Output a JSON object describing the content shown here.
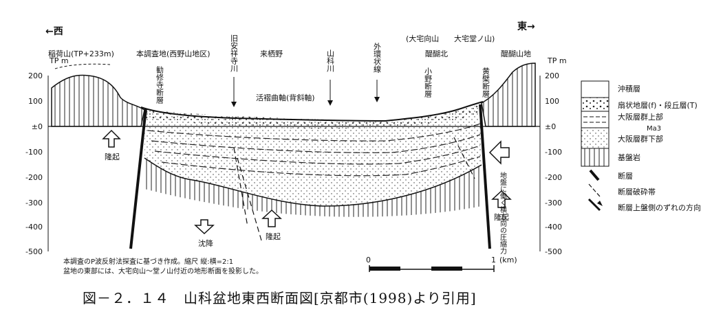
{
  "directions": {
    "west": "←西",
    "east": "東→"
  },
  "axis": {
    "unit": "TP m",
    "ticks": [
      "200",
      "100",
      "±0",
      "-100",
      "-200",
      "-300",
      "-400",
      "-500"
    ]
  },
  "top_labels": {
    "inari": "稲荷山(TP+233m)",
    "honchosa": "本調査地(西野山地区)",
    "kyuanshoji": "旧安祥寺川",
    "kurusuno": "来栖野",
    "yamashina": "山科川",
    "gaikan": "外環状線",
    "otakumukai": "(大宅向山",
    "otakudo": "大宅堂ノ山)",
    "daigokita": "醍醐北",
    "daigosanchi": "醍醐山地"
  },
  "section_labels": {
    "kanshuji_fault": "勧修寺断層",
    "kasshokyoku": "活褶曲軸(背斜軸)",
    "ono_fault": "小野断層",
    "obaku_fault": "黄檗断層",
    "ryuki_left": "隆起",
    "ryuki_mid": "隆起",
    "ryuki_right": "隆起",
    "chinko": "沈降",
    "stress": "地盤に働く横方向の圧縮力"
  },
  "notes": {
    "line1": "本調査のP波反射法探査に基づき作成。縮尺 縦:横=2:1",
    "line2": "盆地の東部には、大宅向山～堂ノ山付近の地形断面を投影した。"
  },
  "scale": {
    "zero": "0",
    "one": "1",
    "unit": "(km)"
  },
  "legend": {
    "items": [
      "沖積層",
      "扇状地層(f)・段丘層(T)",
      "大阪層群上部",
      "Ma3",
      "大阪層群下部",
      "基盤岩",
      "断層",
      "断層破砕帯",
      "断層上盤側のずれの方向"
    ]
  },
  "caption": "図－２．１４　山科盆地東西断面図[京都市(1998)より引用]"
}
